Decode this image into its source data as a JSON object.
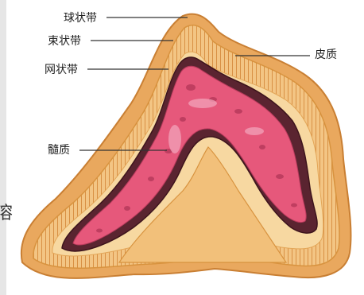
{
  "labels": {
    "zona_glomerulosa": "球状带",
    "zona_fasciculata": "束状带",
    "zona_reticularis": "网状带",
    "medulla": "髓质",
    "cortex": "皮质"
  },
  "edge_glyph": "溶",
  "colors": {
    "capsule": "#e8a35c",
    "cortex_outer": "#f3c27a",
    "cortex_inner": "#f6d49a",
    "reticularis": "#5a2430",
    "medulla": "#e5587a",
    "medulla_light": "#f0a0b8",
    "background": "#ffffff"
  }
}
